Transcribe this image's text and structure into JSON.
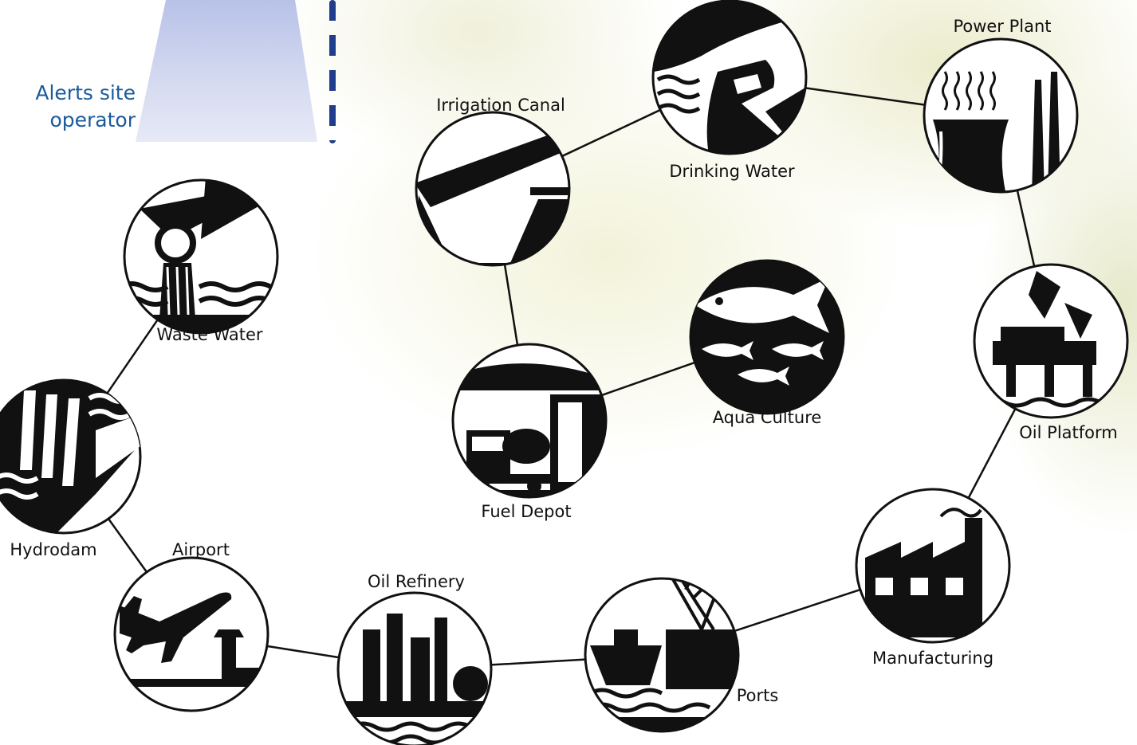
{
  "alert": {
    "line1": "Alerts site",
    "line2": "operator"
  },
  "nodes": [
    {
      "id": "waste-water",
      "label": "Waste Water",
      "icon": "waste-water-icon"
    },
    {
      "id": "hydrodam",
      "label": "Hydrodam",
      "icon": "hydrodam-icon"
    },
    {
      "id": "airport",
      "label": "Airport",
      "icon": "airport-icon"
    },
    {
      "id": "oil-refinery",
      "label": "Oil Refinery",
      "icon": "oil-refinery-icon"
    },
    {
      "id": "ports",
      "label": "Ports",
      "icon": "ports-icon"
    },
    {
      "id": "manufacturing",
      "label": "Manufacturing",
      "icon": "factory-icon"
    },
    {
      "id": "oil-platform",
      "label": "Oil Platform",
      "icon": "oil-platform-icon"
    },
    {
      "id": "power-plant",
      "label": "Power Plant",
      "icon": "power-plant-icon"
    },
    {
      "id": "drinking-water",
      "label": "Drinking Water",
      "icon": "drinking-water-icon"
    },
    {
      "id": "irrigation-canal",
      "label": "Irrigation Canal",
      "icon": "irrigation-canal-icon"
    },
    {
      "id": "fuel-depot",
      "label": "Fuel Depot",
      "icon": "fuel-depot-icon"
    },
    {
      "id": "aqua-culture",
      "label": "Aqua Culture",
      "icon": "fish-icon"
    }
  ],
  "edges": [
    [
      "waste-water",
      "hydrodam"
    ],
    [
      "hydrodam",
      "airport"
    ],
    [
      "airport",
      "oil-refinery"
    ],
    [
      "oil-refinery",
      "ports"
    ],
    [
      "ports",
      "manufacturing"
    ],
    [
      "manufacturing",
      "oil-platform"
    ],
    [
      "oil-platform",
      "power-plant"
    ],
    [
      "power-plant",
      "drinking-water"
    ],
    [
      "drinking-water",
      "irrigation-canal"
    ],
    [
      "irrigation-canal",
      "fuel-depot"
    ],
    [
      "fuel-depot",
      "aqua-culture"
    ]
  ],
  "colors": {
    "ink": "#111111",
    "alert_text": "#1a5b9c",
    "beam": "#c5cdee",
    "dash": "#1f3d8c"
  }
}
